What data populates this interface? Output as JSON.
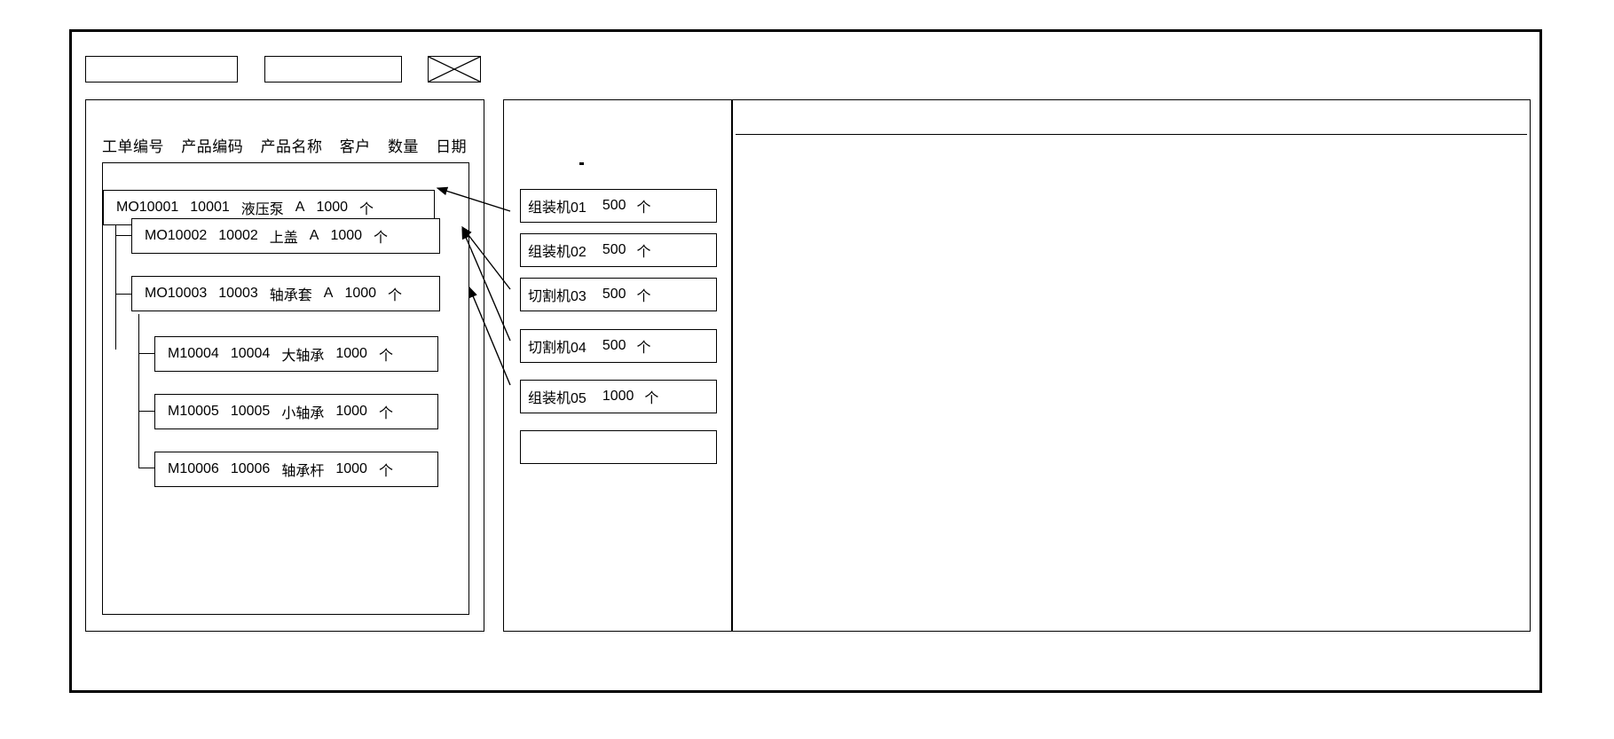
{
  "window": {
    "title": "",
    "toolbar": {
      "field1_value": "",
      "field1_placeholder": "",
      "field2_value": "",
      "field2_placeholder": "",
      "xbox_icon": "crossed-box-icon"
    }
  },
  "orders_panel": {
    "columns": [
      "工单编号",
      "产品编码",
      "产品名称",
      "客户",
      "数量",
      "日期"
    ],
    "rows": [
      {
        "level": 0,
        "order_no": "MO10001",
        "product_code": "10001",
        "product_name": "液压泵",
        "customer": "A",
        "quantity": "1000",
        "unit": "个",
        "date": ""
      },
      {
        "level": 1,
        "order_no": "MO10002",
        "product_code": "10002",
        "product_name": "上盖",
        "customer": "A",
        "quantity": "1000",
        "unit": "个",
        "date": ""
      },
      {
        "level": 1,
        "order_no": "MO10003",
        "product_code": "10003",
        "product_name": "轴承套",
        "customer": "A",
        "quantity": "1000",
        "unit": "个",
        "date": ""
      },
      {
        "level": 2,
        "order_no": "M10004",
        "product_code": "10004",
        "product_name": "大轴承",
        "customer": "",
        "quantity": "1000",
        "unit": "个",
        "date": ""
      },
      {
        "level": 2,
        "order_no": "M10005",
        "product_code": "10005",
        "product_name": "小轴承",
        "customer": "",
        "quantity": "1000",
        "unit": "个",
        "date": ""
      },
      {
        "level": 2,
        "order_no": "M10006",
        "product_code": "10006",
        "product_name": "轴承杆",
        "customer": "",
        "quantity": "1000",
        "unit": "个",
        "date": ""
      }
    ]
  },
  "machines_panel": {
    "marker": "",
    "items": [
      {
        "name": "组装机01",
        "quantity": "500",
        "unit": "个"
      },
      {
        "name": "组装机02",
        "quantity": "500",
        "unit": "个"
      },
      {
        "name": "切割机03",
        "quantity": "500",
        "unit": "个"
      },
      {
        "name": "切割机04",
        "quantity": "500",
        "unit": "个"
      },
      {
        "name": "组装机05",
        "quantity": "1000",
        "unit": "个"
      },
      {
        "name": "",
        "quantity": "",
        "unit": ""
      }
    ]
  },
  "detail_panel": {
    "header_text": "",
    "body_text": ""
  },
  "colors": {
    "stroke": "#000000",
    "background": "#ffffff"
  }
}
